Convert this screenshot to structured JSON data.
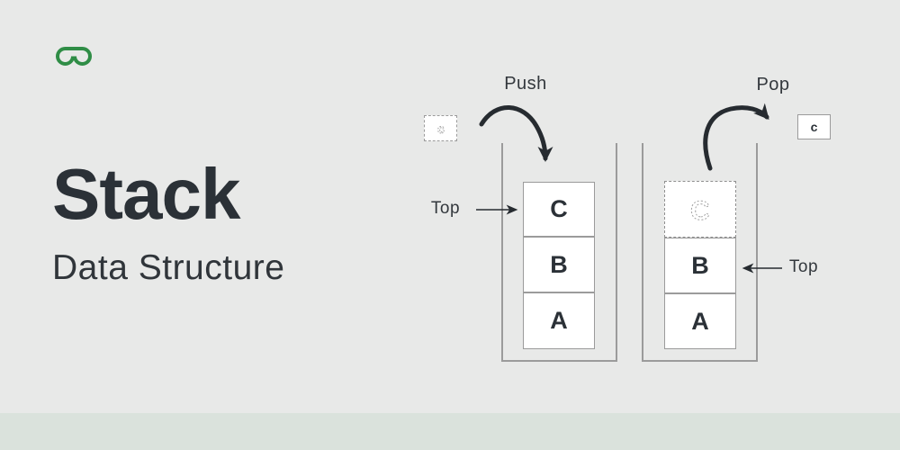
{
  "banner": {
    "logo_name": "GeeksforGeeks",
    "title": "Stack",
    "subtitle": "Data Structure"
  },
  "colors": {
    "background": "#e8e9e8",
    "footer_strip": "#dae2dc",
    "ink": "#2b3137",
    "box_border": "#9b9b9b",
    "logo_green": "#2f8d46"
  },
  "push_side": {
    "operation_label": "Push",
    "top_label": "Top",
    "incoming_item": "c",
    "stack_items": [
      "C",
      "B",
      "A"
    ]
  },
  "pop_side": {
    "operation_label": "Pop",
    "top_label": "Top",
    "popped_item": "c",
    "ghost_item": "C",
    "stack_items": [
      "B",
      "A"
    ]
  }
}
